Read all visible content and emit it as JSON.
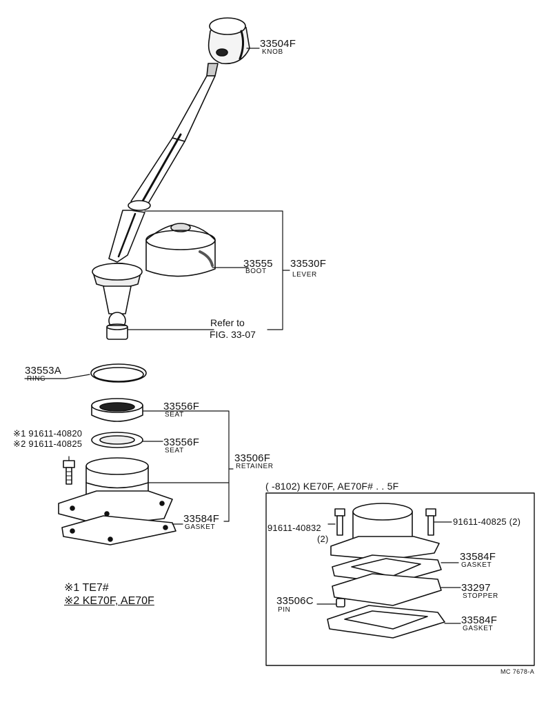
{
  "parts": {
    "knob": {
      "number": "33504F",
      "name": "KNOB"
    },
    "boot": {
      "number": "33555",
      "name": "BOOT"
    },
    "lever": {
      "number": "33530F",
      "name": "LEVER"
    },
    "refer": {
      "line1": "Refer to",
      "line2": "FIG. 33-07"
    },
    "ring": {
      "number": "33553A",
      "name": "RING"
    },
    "seat_upper": {
      "number": "33556F",
      "name": "SEAT"
    },
    "seat_lower": {
      "number": "33556F",
      "name": "SEAT"
    },
    "bolt_note_1": "※1 91611-40820",
    "bolt_note_2": "※2 91611-40825",
    "retainer": {
      "number": "33506F",
      "name": "RETAINER"
    },
    "gasket": {
      "number": "33584F",
      "name": "GASKET"
    }
  },
  "notes": {
    "n1": "※1  TE7#",
    "n2": "※2  KE70F, AE70F"
  },
  "inset": {
    "header": "(        -8102) KE70F, AE70F#  . . 5F",
    "bolt_left": {
      "number": "91611-40832",
      "qty": "(2)"
    },
    "bolt_right": {
      "number": "91611-40825 (2)"
    },
    "gasket_top": {
      "number": "33584F",
      "name": "GASKET"
    },
    "stopper": {
      "number": "33297",
      "name": "STOPPER"
    },
    "pin": {
      "number": "33506C",
      "name": "PIN"
    },
    "gasket_bottom": {
      "number": "33584F",
      "name": "GASKET"
    }
  },
  "code": "MC 7678-A"
}
